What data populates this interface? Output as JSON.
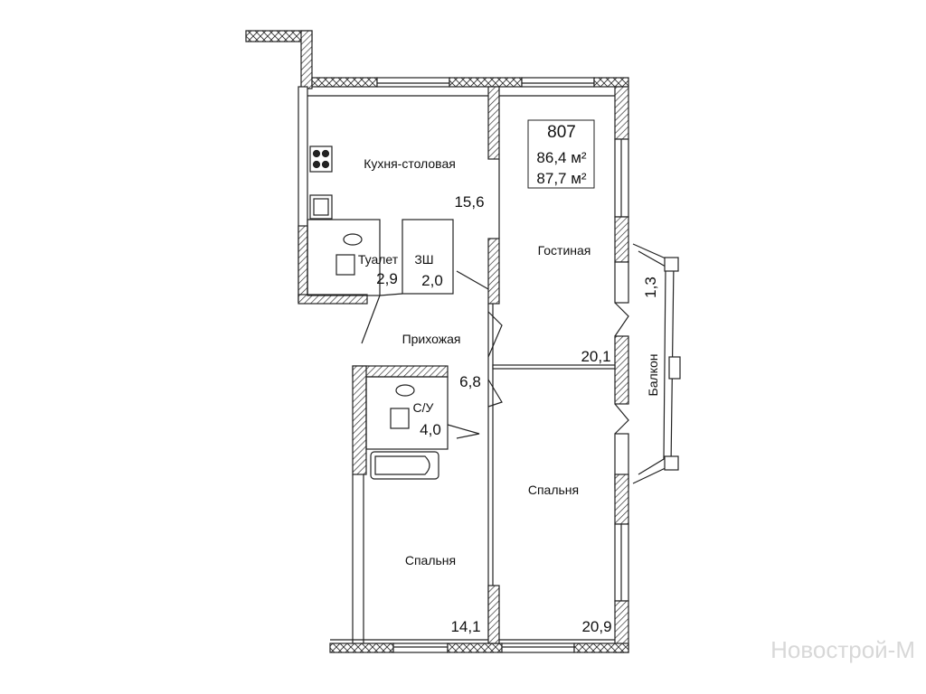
{
  "apartment": {
    "number": "807",
    "area_1": "86,4 м²",
    "area_2": "87,7 м²"
  },
  "rooms": [
    {
      "name": "Кухня-столовая",
      "area": "15,6"
    },
    {
      "name": "Туалет",
      "area": "2,9"
    },
    {
      "name": "ЗШ",
      "area": "2,0"
    },
    {
      "name": "Гостиная",
      "area": "20,1"
    },
    {
      "name": "Прихожая",
      "area": "6,8"
    },
    {
      "name": "С/У",
      "area": "4,0"
    },
    {
      "name": "Спальня",
      "area": "20,9"
    },
    {
      "name": "Спальня",
      "area": "14,1"
    },
    {
      "name": "Балкон",
      "area": "1,3"
    }
  ],
  "watermark": "Новострой-М"
}
